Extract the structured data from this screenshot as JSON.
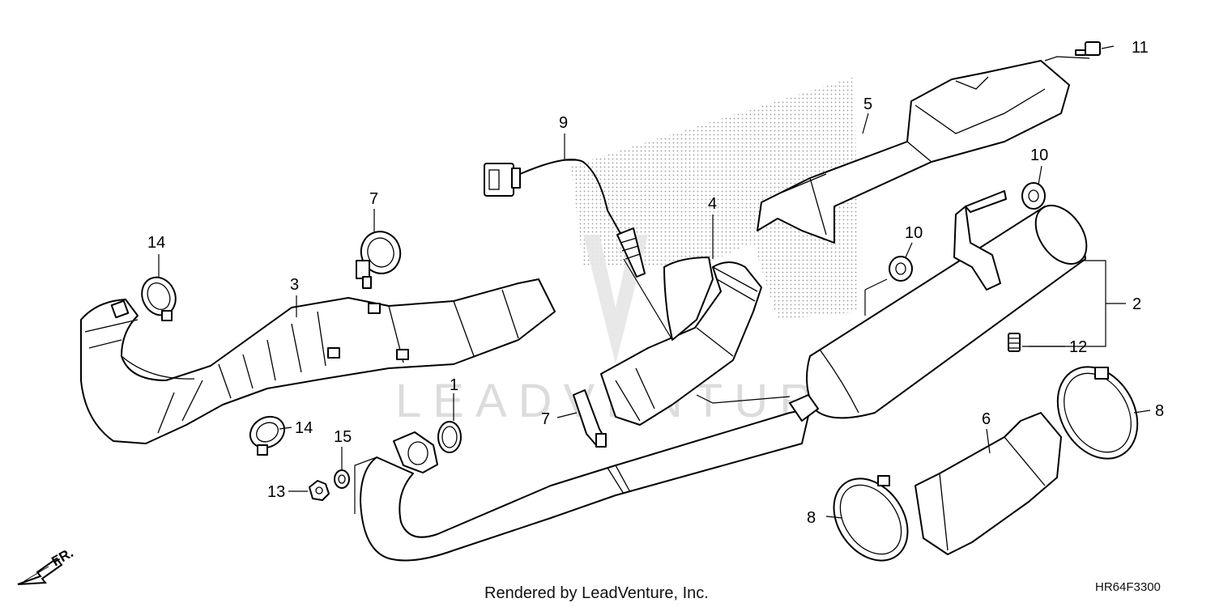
{
  "diagram": {
    "watermark": "LEADVENTURE",
    "footer_credit": "Rendered by LeadVenture, Inc.",
    "diagram_code": "HR64F3300",
    "front_indicator": "FR.",
    "callouts": {
      "c1": "1",
      "c2": "2",
      "c3": "3",
      "c4": "4",
      "c5": "5",
      "c6": "6",
      "c7a": "7",
      "c7b": "7",
      "c8a": "8",
      "c8b": "8",
      "c9": "9",
      "c10a": "10",
      "c10b": "10",
      "c11": "11",
      "c12": "12",
      "c13": "13",
      "c14a": "14",
      "c14b": "14",
      "c15": "15"
    },
    "colors": {
      "line": "#000000",
      "background": "#ffffff",
      "watermark": "#d9d9d9"
    }
  }
}
